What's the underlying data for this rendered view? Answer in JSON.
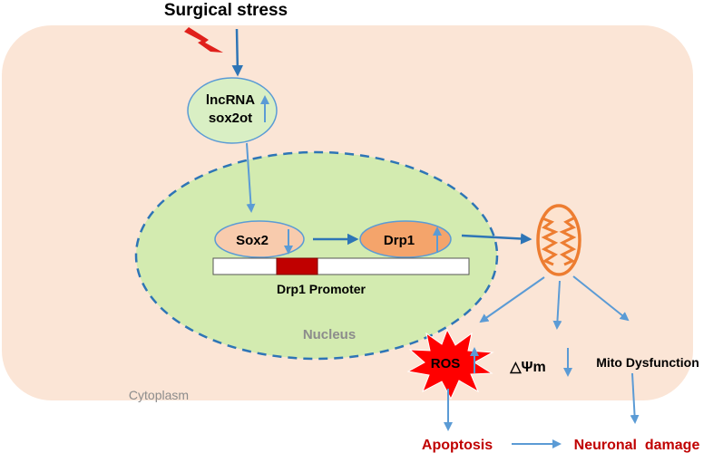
{
  "diagram": {
    "title": "Surgical stress",
    "lncrna": {
      "line1": "lncRNA",
      "line2": "sox2ot"
    },
    "sox2": "Sox2",
    "drp1": "Drp1",
    "promoter": "Drp1 Promoter",
    "nucleus": "Nucleus",
    "cytoplasm": "Cytoplasm",
    "ros": "ROS",
    "membrane_potential": "△Ψm",
    "mito_dysfunction": "Mito Dysfunction",
    "apoptosis": "Apoptosis",
    "neuronal_damage": "Neuronal  damage"
  },
  "colors": {
    "cytoplasm_fill": "#fbe5d6",
    "nucleus_fill": "#d3ebb0",
    "nucleus_border": "#2e75b6",
    "lncrna_fill": "#d9efc4",
    "sox2_fill": "#f8cbad",
    "drp1_fill": "#f4a46b",
    "promoter_box": "#c00000",
    "arrow_blue": "#5b9bd5",
    "arrow_dark": "#2e75b6",
    "lightning": "#e0201b",
    "ros_star": "#ff0000",
    "outcome_text": "#c00000",
    "mito_orange": "#ed7d31"
  },
  "icons": [
    "lightning-icon",
    "mitochondrion-icon",
    "burst-icon",
    "up-arrow-icon",
    "down-arrow-icon"
  ]
}
